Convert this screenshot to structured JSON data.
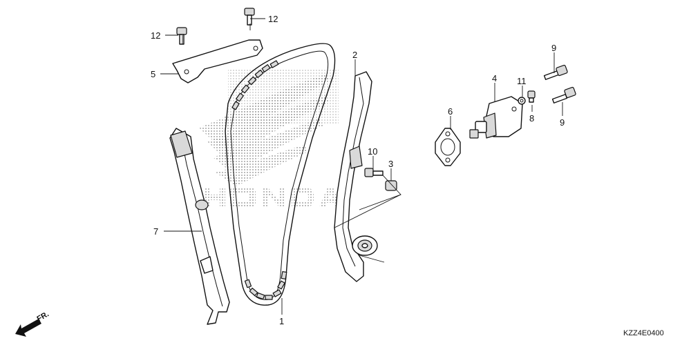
{
  "callouts": {
    "c1": "1",
    "c2": "2",
    "c3": "3",
    "c4": "4",
    "c5": "5",
    "c6": "6",
    "c7": "7",
    "c8": "8",
    "c9a": "9",
    "c9b": "9",
    "c10": "10",
    "c11": "11",
    "c12a": "12",
    "c12b": "12"
  },
  "front_arrow": {
    "label": "FR."
  },
  "diagram_code": "KZZ4E0400",
  "watermark": {
    "text": "HONDA",
    "icon": "honda-wing-logo"
  }
}
